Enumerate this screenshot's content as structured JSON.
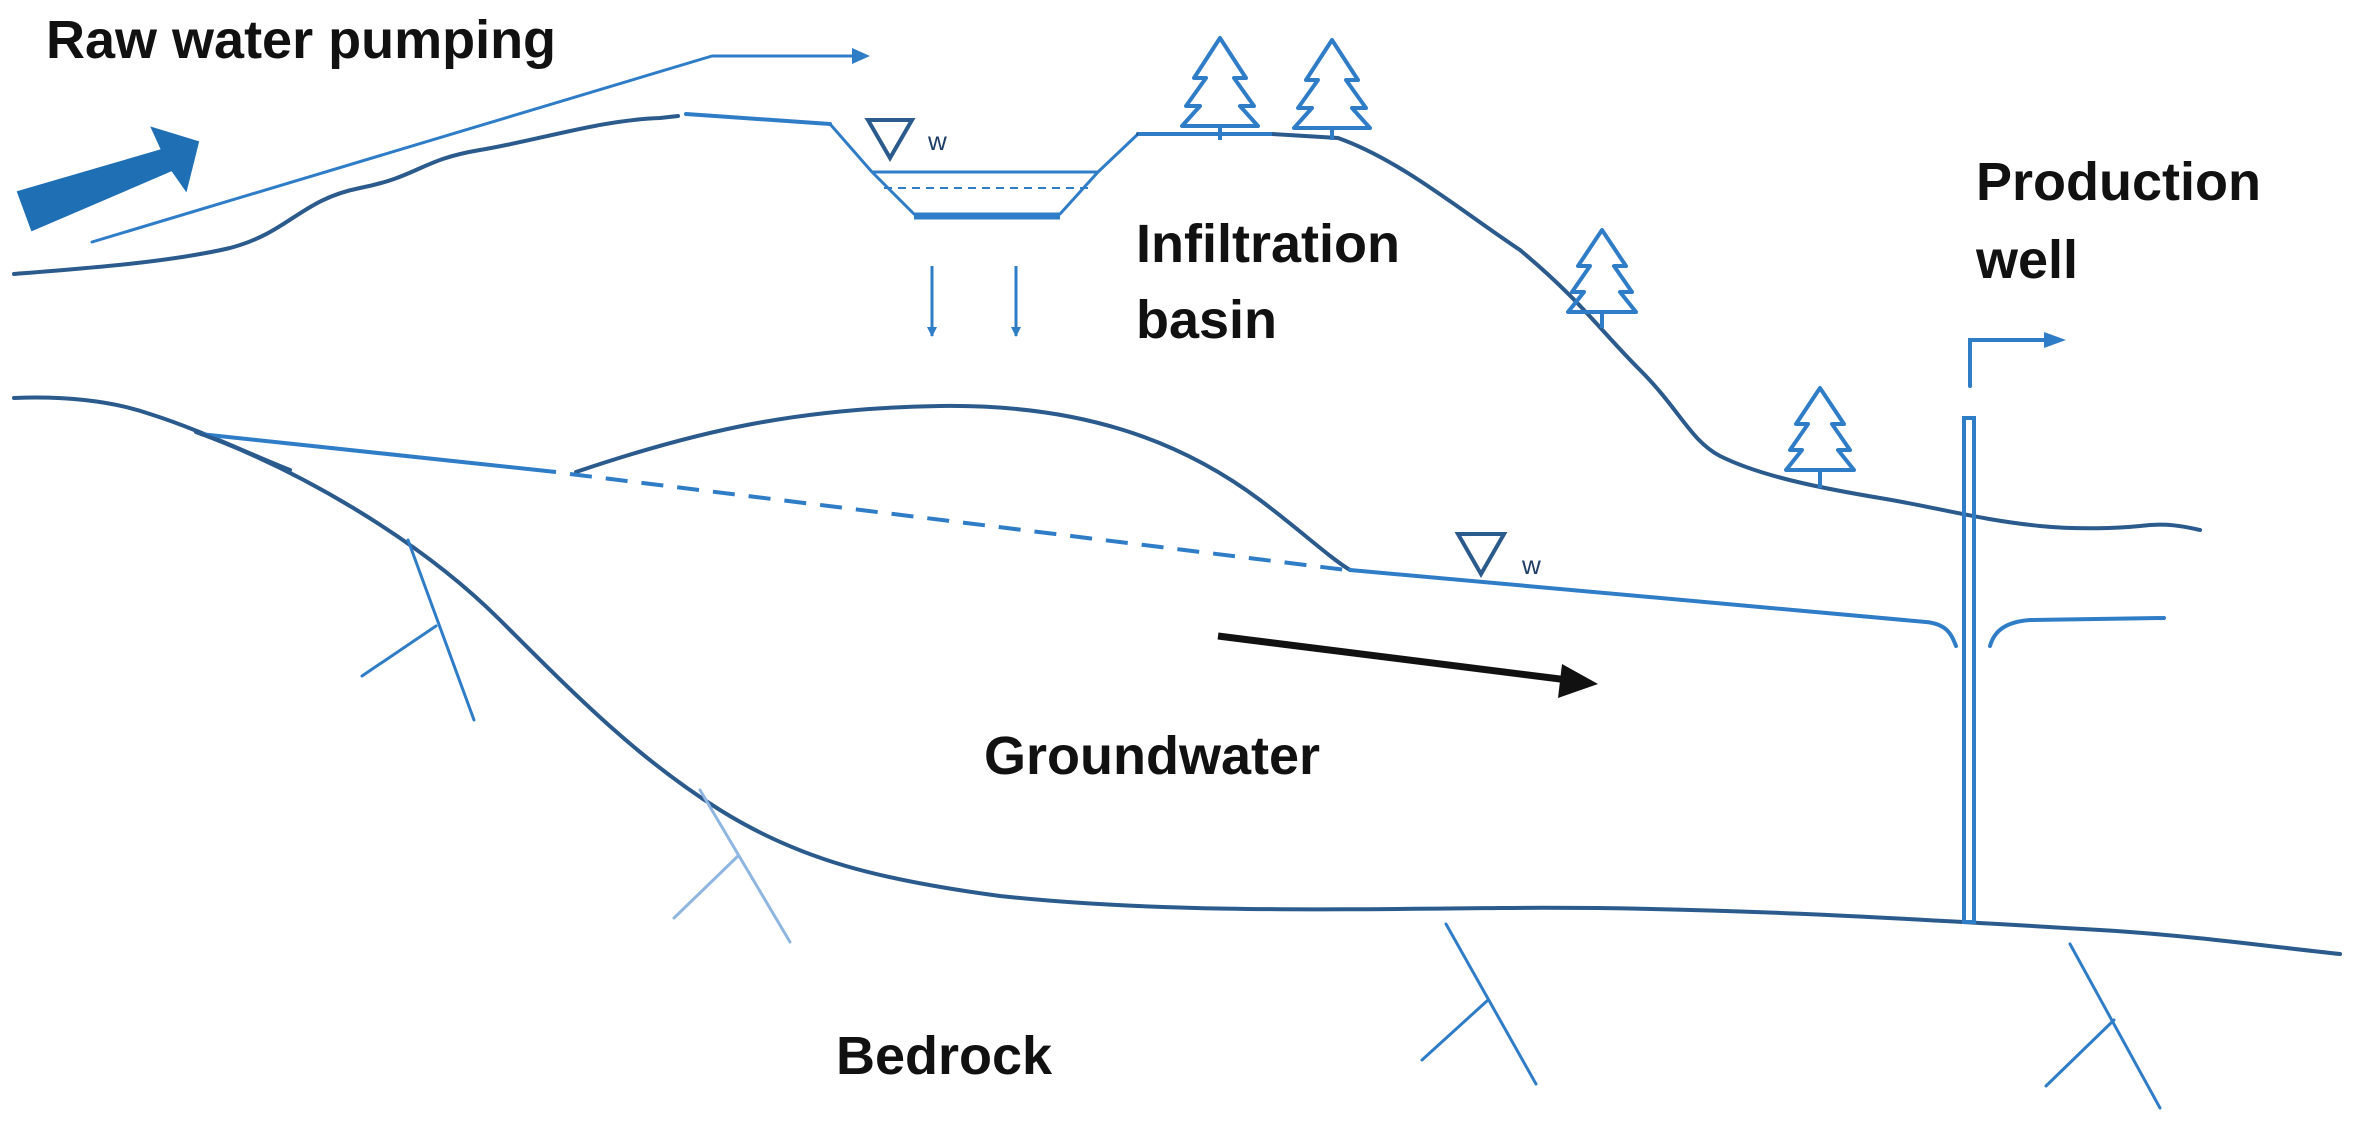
{
  "labels": {
    "raw_water_pumping": "Raw water pumping",
    "infiltration_basin_line1": "Infiltration",
    "infiltration_basin_line2": "basin",
    "production_well_line1": "Production",
    "production_well_line2": "well",
    "groundwater": "Groundwater",
    "bedrock": "Bedrock",
    "water_table_symbol_basin": "w",
    "water_table_symbol_aquifer": "w"
  },
  "colors": {
    "ground_line": "#2b5a8c",
    "water_line": "#2f7cc7",
    "arrow_blue": "#1f6fb5",
    "flow_arrow": "#111111",
    "text": "#111111"
  },
  "icons": {
    "trees": "tree-icon",
    "water_table": "water-table-triangle-icon"
  }
}
